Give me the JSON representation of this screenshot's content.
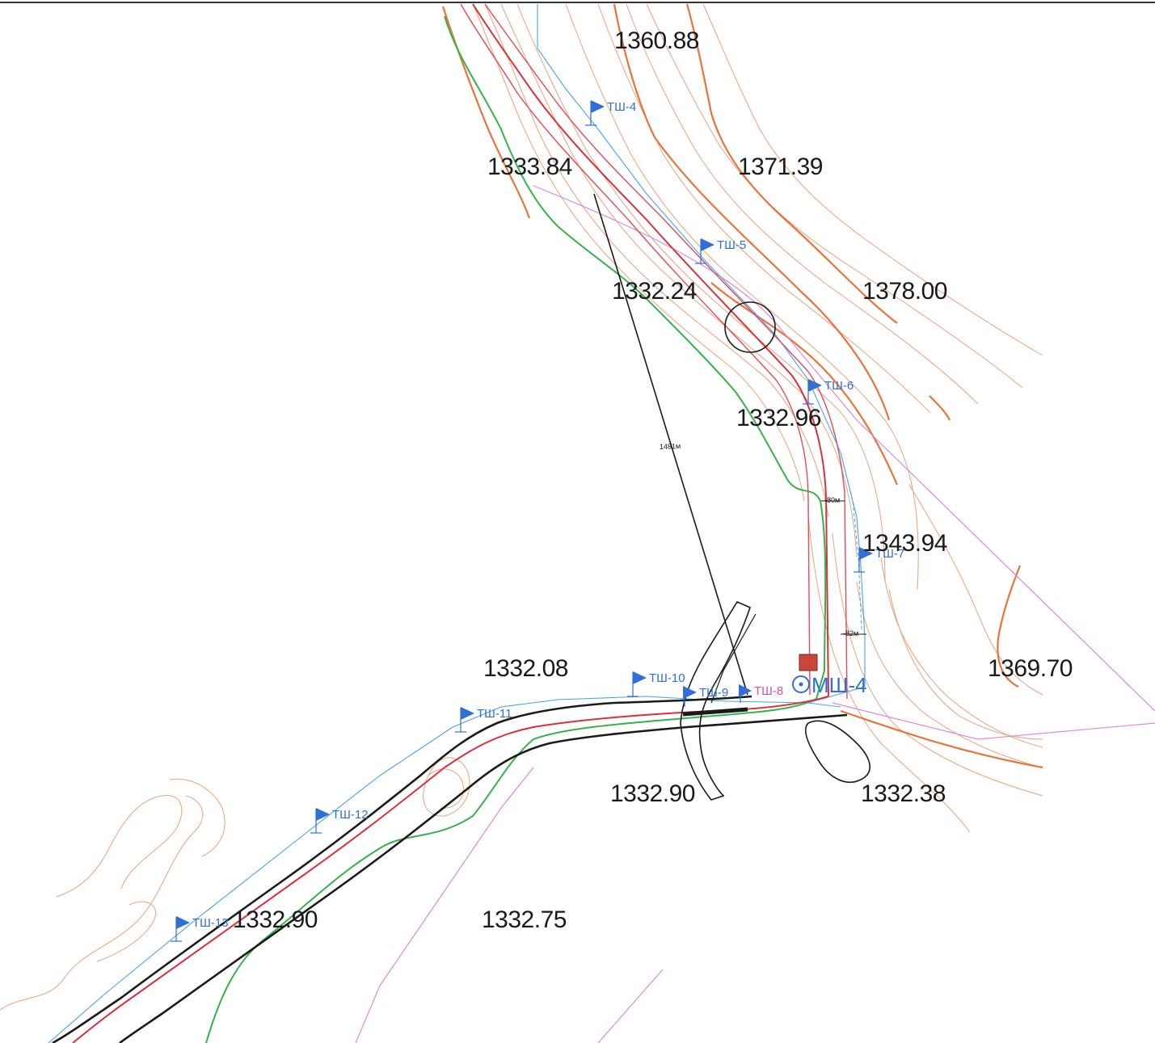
{
  "colors": {
    "contour": "#e8a27a",
    "contour_index": "#e8743a",
    "axis_red": "#d9313c",
    "edge_pink": "#e24a5a",
    "green_line": "#35b34a",
    "blue_line": "#4aa3e8",
    "magenta_line": "#d98ad9",
    "black_line": "#1a1a1a",
    "point_blue": "#2f6fd6",
    "square_red": "#c8463a"
  },
  "elevations": {
    "e1": "1360.88",
    "e2": "1333.84",
    "e3": "1371.39",
    "e4": "1378.00",
    "e5": "1332.24",
    "e6": "1332.96",
    "e7": "1343.94",
    "e8": "1369.70",
    "e9": "1332.08",
    "e10": "1332.90",
    "e11": "1332.38",
    "e12": "1332.90",
    "e13": "1332.75"
  },
  "points": {
    "p4": "ТШ-4",
    "p5": "ТШ-5",
    "p6": "ТШ-6",
    "p7": "ТШ-7",
    "p8": "ТШ-8",
    "p9": "ТШ-9",
    "p10": "ТШ-10",
    "p11": "ТШ-11",
    "p12": "ТШ-12",
    "p13": "ТШ-13"
  },
  "main_point": "МШ-4",
  "dimensions": {
    "d_long": "1481м",
    "d_a": "-80м",
    "d_b": "-82м"
  },
  "icons": {
    "point": "blue-flag-icon",
    "main": "circle-dot-icon",
    "square": "red-square-icon"
  }
}
